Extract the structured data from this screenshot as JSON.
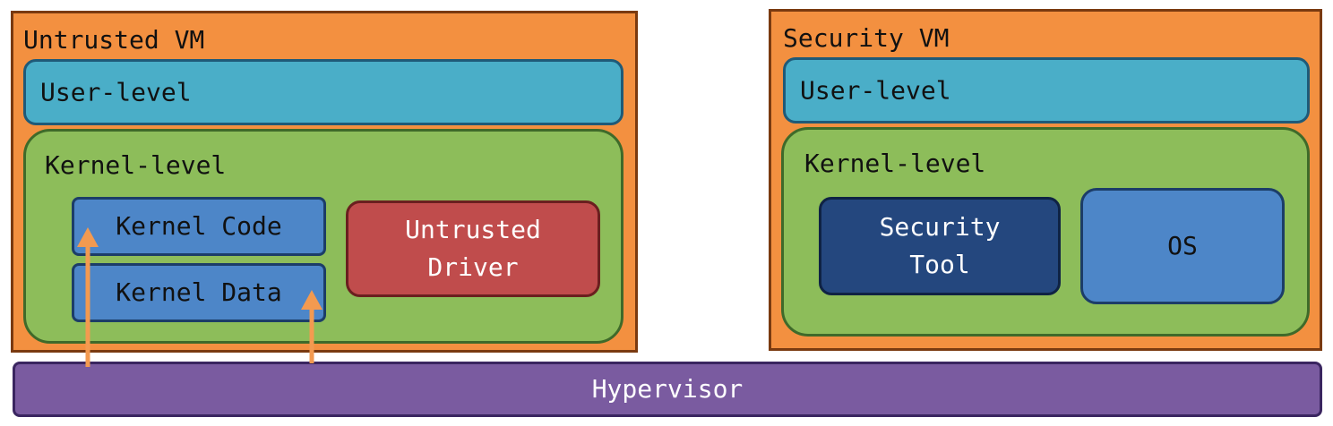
{
  "untrusted_vm": {
    "title": "Untrusted VM",
    "user_level": "User-level",
    "kernel_level": "Kernel-level",
    "kernel_code": "Kernel Code",
    "kernel_data": "Kernel Data",
    "driver_line1": "Untrusted",
    "driver_line2": "Driver"
  },
  "security_vm": {
    "title": "Security VM",
    "user_level": "User-level",
    "kernel_level": "Kernel-level",
    "tool_line1": "Security",
    "tool_line2": "Tool",
    "os": "OS"
  },
  "hypervisor": "Hypervisor",
  "colors": {
    "vm": "#f39040",
    "user_level": "#4aaec8",
    "kernel_level": "#8dbd5a",
    "kernel_box": "#4d86c8",
    "untrusted_driver": "#c04c4c",
    "security_tool": "#24477e",
    "hypervisor": "#7a5ba0",
    "arrow": "#f39a50"
  }
}
